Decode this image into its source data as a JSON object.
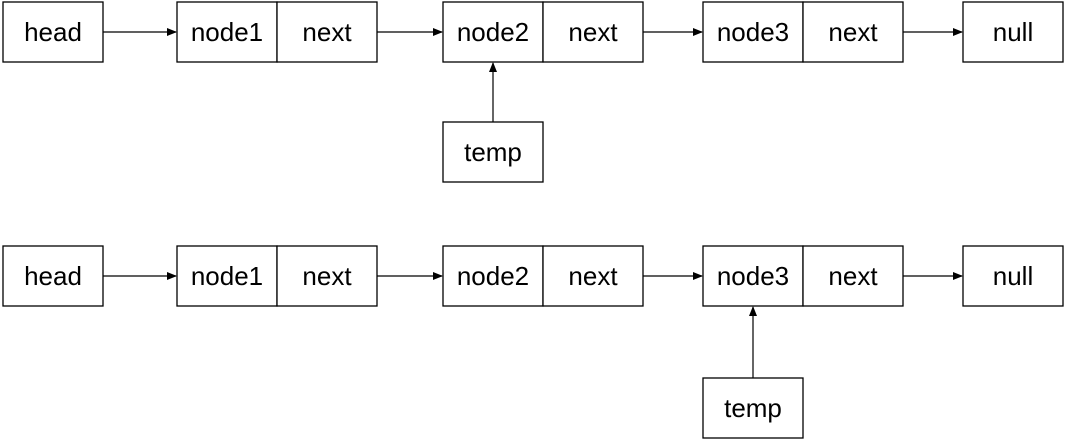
{
  "diagram": {
    "rows": [
      {
        "head": "head",
        "nodes": [
          {
            "label": "node1",
            "next": "next"
          },
          {
            "label": "node2",
            "next": "next"
          },
          {
            "label": "node3",
            "next": "next"
          }
        ],
        "terminal": "null",
        "pointer": {
          "label": "temp",
          "target_node": 1
        }
      },
      {
        "head": "head",
        "nodes": [
          {
            "label": "node1",
            "next": "next"
          },
          {
            "label": "node2",
            "next": "next"
          },
          {
            "label": "node3",
            "next": "next"
          }
        ],
        "terminal": "null",
        "pointer": {
          "label": "temp",
          "target_node": 2
        }
      }
    ]
  }
}
